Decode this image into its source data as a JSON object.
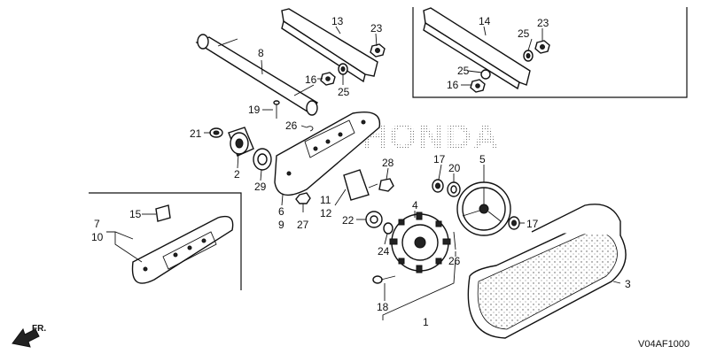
{
  "brand": "HONDA",
  "diagram_code": "V04AF1000",
  "direction_label": "FR.",
  "callouts": {
    "c1": "1",
    "c2": "2",
    "c3": "3",
    "c4": "4",
    "c5": "5",
    "c6": "6",
    "c9": "9",
    "c7": "7",
    "c10": "10",
    "c8": "8",
    "c11": "11",
    "c12": "12",
    "c13": "13",
    "c14": "14",
    "c15": "15",
    "c16a": "16",
    "c16b": "16",
    "c17a": "17",
    "c17b": "17",
    "c18": "18",
    "c19": "19",
    "c20": "20",
    "c21": "21",
    "c22": "22",
    "c23a": "23",
    "c23b": "23",
    "c24": "24",
    "c25a": "25",
    "c25b": "25",
    "c25c": "25",
    "c26a": "26",
    "c26b": "26",
    "c27": "27",
    "c28": "28",
    "c29": "29"
  }
}
